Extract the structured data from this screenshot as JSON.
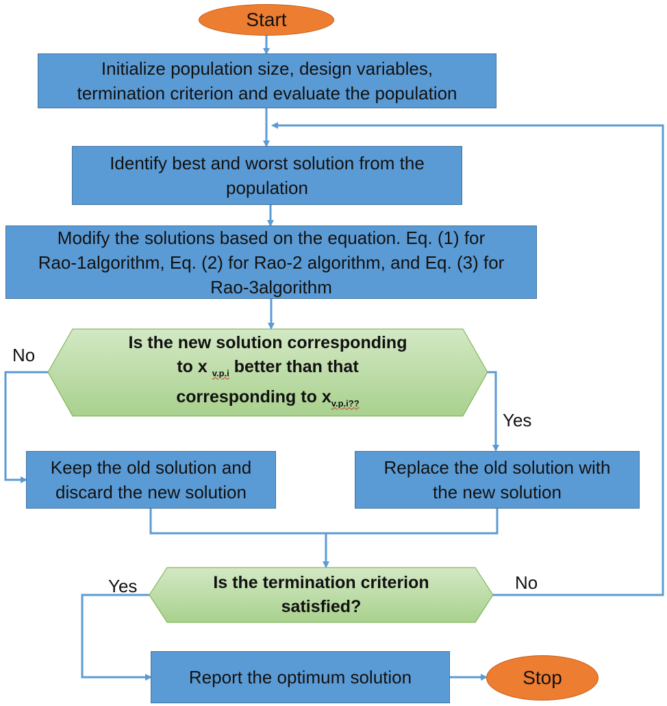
{
  "nodes": {
    "start": "Start",
    "init": {
      "line1": "Initialize population size, design variables,",
      "line2": "termination criterion and evaluate the population"
    },
    "identify": {
      "line1": "Identify best and worst solution from the",
      "line2": "population"
    },
    "modify": {
      "line1": "Modify the solutions based on the equation. Eq. (1) for",
      "line2": "Rao-1algorithm, Eq. (2) for Rao-2 algorithm, and Eq. (3) for",
      "line3": "Rao-3algorithm"
    },
    "decision1": {
      "line1": "Is the new solution corresponding",
      "line2a": "to x ",
      "line2_sub": "v.p.i",
      "line2b": " better than that",
      "line3a": "corresponding to x",
      "line3_sub": "v.p.i??"
    },
    "keep": {
      "line1": "Keep the old solution and",
      "line2": "discard the new solution"
    },
    "replace": {
      "line1": "Replace the old solution with",
      "line2": "the new solution"
    },
    "decision2": {
      "line1": "Is the termination criterion",
      "line2": "satisfied?"
    },
    "report": "Report the optimum solution",
    "stop": "Stop"
  },
  "edge_labels": {
    "d1_no": "No",
    "d1_yes": "Yes",
    "d2_yes": "Yes",
    "d2_no": "No"
  },
  "colors": {
    "process": "#5b9bd5",
    "terminal": "#ed7d31",
    "decision": "#a9d18e",
    "arrow": "#5b9bd5"
  }
}
